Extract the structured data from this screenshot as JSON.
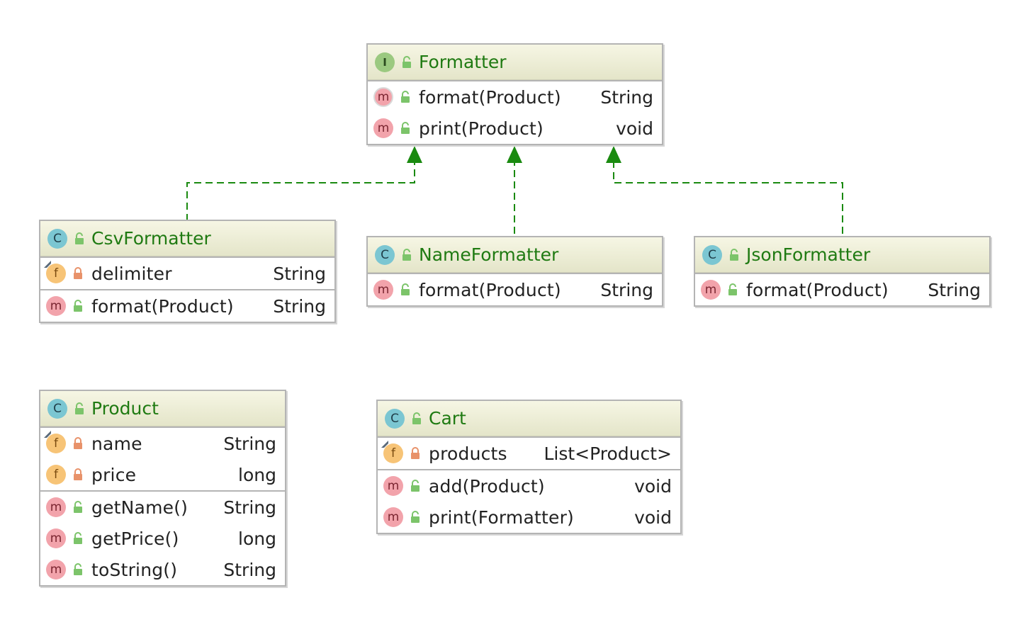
{
  "colors": {
    "title_text": "#1f7a12",
    "header_bg": "#e9eacf",
    "border": "#b4b4b4",
    "arrow": "#1a8a10",
    "class_icon": "#7bc6d2",
    "interface_icon": "#9bc980",
    "method_icon": "#f2a3ab",
    "field_icon": "#f7c477",
    "public_lock": "#7cc46a",
    "private_lock": "#e8926a"
  },
  "icon_letters": {
    "class": "C",
    "interface": "I",
    "method": "m",
    "field": "f"
  },
  "boxes": {
    "formatter": {
      "kind": "interface",
      "name": "Formatter",
      "methods": [
        {
          "name": "format(Product)",
          "type": "String",
          "abstract": true
        },
        {
          "name": "print(Product)",
          "type": "void"
        }
      ]
    },
    "csv": {
      "kind": "class",
      "name": "CsvFormatter",
      "fields": [
        {
          "name": "delimiter",
          "type": "String",
          "final": true
        }
      ],
      "methods": [
        {
          "name": "format(Product)",
          "type": "String"
        }
      ]
    },
    "name_fmt": {
      "kind": "class",
      "name": "NameFormatter",
      "methods": [
        {
          "name": "format(Product)",
          "type": "String"
        }
      ]
    },
    "json": {
      "kind": "class",
      "name": "JsonFormatter",
      "methods": [
        {
          "name": "format(Product)",
          "type": "String"
        }
      ]
    },
    "product": {
      "kind": "class",
      "name": "Product",
      "fields": [
        {
          "name": "name",
          "type": "String",
          "final": true
        },
        {
          "name": "price",
          "type": "long"
        }
      ],
      "methods": [
        {
          "name": "getName()",
          "type": "String"
        },
        {
          "name": "getPrice()",
          "type": "long"
        },
        {
          "name": "toString()",
          "type": "String"
        }
      ]
    },
    "cart": {
      "kind": "class",
      "name": "Cart",
      "fields": [
        {
          "name": "products",
          "type": "List<Product>",
          "final": true
        }
      ],
      "methods": [
        {
          "name": "add(Product)",
          "type": "void"
        },
        {
          "name": "print(Formatter)",
          "type": "void"
        }
      ]
    }
  },
  "relations": [
    {
      "from": "CsvFormatter",
      "to": "Formatter",
      "type": "implements"
    },
    {
      "from": "NameFormatter",
      "to": "Formatter",
      "type": "implements"
    },
    {
      "from": "JsonFormatter",
      "to": "Formatter",
      "type": "implements"
    }
  ]
}
